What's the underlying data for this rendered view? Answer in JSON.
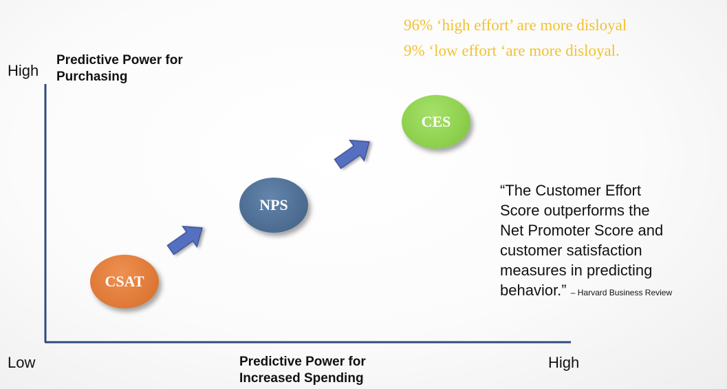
{
  "stats": {
    "line1": "96%  ‘high effort’ are more disloyal",
    "line2": "9% ‘low effort ‘are more disloyal."
  },
  "axes": {
    "y_high": "High",
    "y_title_line1": "Predictive Power for",
    "y_title_line2": "Purchasing",
    "x_low": "Low",
    "x_high": "High",
    "x_title_line1": "Predictive Power for",
    "x_title_line2": "Increased Spending"
  },
  "nodes": {
    "csat": "CSAT",
    "nps": "NPS",
    "ces": "CES"
  },
  "colors": {
    "csat": "#e07b39",
    "nps": "#4e6e94",
    "ces": "#8fd14f",
    "arrow": "#5670c0",
    "axis": "#2f4a80",
    "stats": "#f2c230"
  },
  "quote": {
    "line1": "“The Customer Effort",
    "line2": "Score outperforms the",
    "line3": "Net Promoter Score and",
    "line4": "customer satisfaction",
    "line5": "measures in predicting",
    "line6": "behavior.” ",
    "source": "– Harvard Business Review"
  }
}
